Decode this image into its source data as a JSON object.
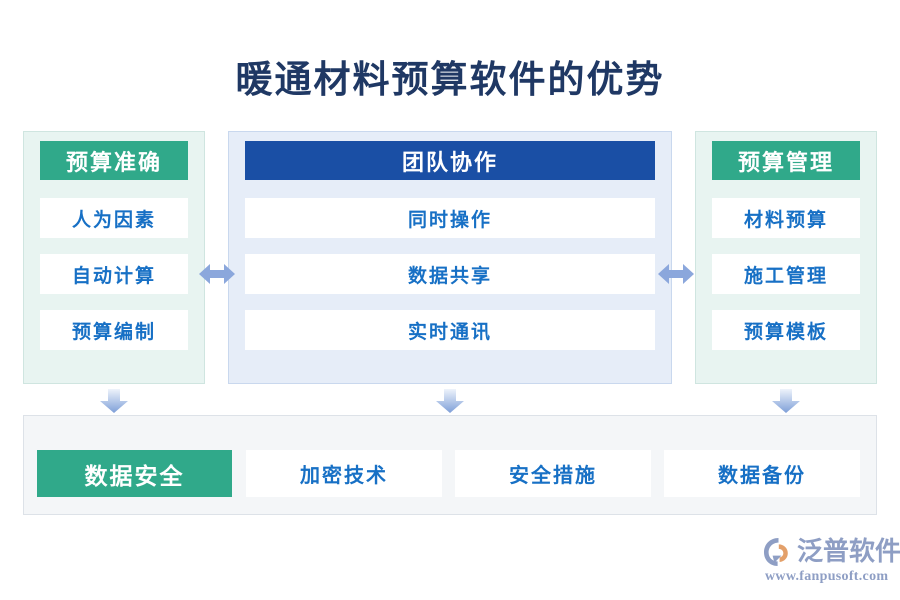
{
  "title": "暖通材料预算软件的优势",
  "columns": [
    {
      "id": "budget-accuracy",
      "header": "预算准确",
      "header_color": "#30a98a",
      "items": [
        "人为因素",
        "自动计算",
        "预算编制"
      ]
    },
    {
      "id": "team-collaboration",
      "header": "团队协作",
      "header_color": "#1a4fa5",
      "items": [
        "同时操作",
        "数据共享",
        "实时通讯"
      ]
    },
    {
      "id": "budget-management",
      "header": "预算管理",
      "header_color": "#30a98a",
      "items": [
        "材料预算",
        "施工管理",
        "预算模板"
      ]
    }
  ],
  "bottom": {
    "header": "数据安全",
    "header_color": "#30a98a",
    "items": [
      "加密技术",
      "安全措施",
      "数据备份"
    ]
  },
  "connectors": {
    "horizontal": [
      "double-arrow-left-right",
      "double-arrow-left-right"
    ],
    "vertical": [
      "arrow-down",
      "arrow-down",
      "arrow-down"
    ],
    "color": "#8ba7dc"
  },
  "logo": {
    "brand": "泛普软件",
    "url": "www.fanpusoft.com",
    "text_color": "#8e9ec4",
    "accent_color": "#e3a06a"
  },
  "colors": {
    "title": "#1f3864",
    "green": "#30a98a",
    "blue": "#1a4fa5",
    "item_text": "#1770c5",
    "side_panel_bg": "#e8f4f1",
    "center_panel_bg": "#e6edf8",
    "bottom_panel_bg": "#f4f6f8",
    "background": "#ffffff"
  }
}
